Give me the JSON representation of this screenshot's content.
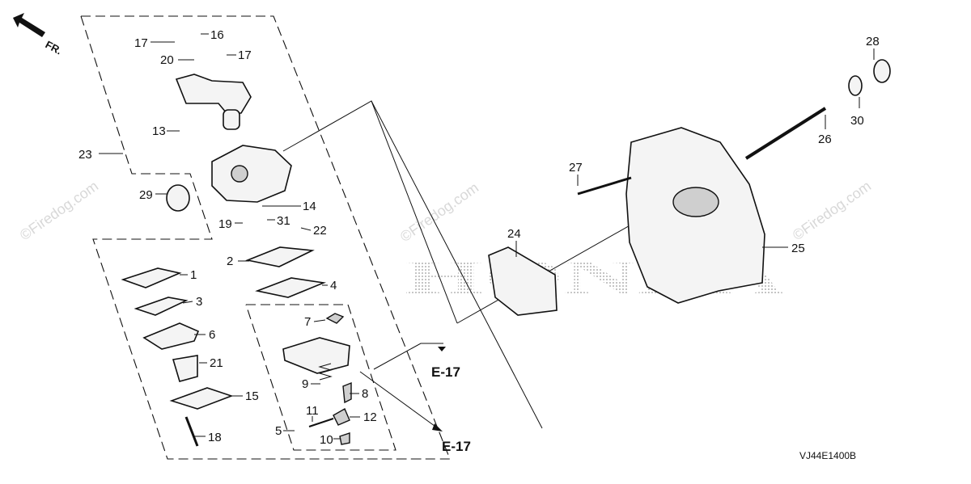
{
  "orientation_label": "FR.",
  "callouts": {
    "c1": "1",
    "c2": "2",
    "c3": "3",
    "c4": "4",
    "c5": "5",
    "c6": "6",
    "c7": "7",
    "c8": "8",
    "c9": "9",
    "c10": "10",
    "c11": "11",
    "c12": "12",
    "c13": "13",
    "c14": "14",
    "c15": "15",
    "c16": "16",
    "c17a": "17",
    "c17b": "17",
    "c18": "18",
    "c19": "19",
    "c20": "20",
    "c21": "21",
    "c22": "22",
    "c23": "23",
    "c24": "24",
    "c25": "25",
    "c26": "26",
    "c27": "27",
    "c28": "28",
    "c29": "29",
    "c30": "30",
    "c31": "31"
  },
  "references": {
    "ref_top": "E-17",
    "ref_bottom": "E-17"
  },
  "diagram_code": "VJ44E1400B",
  "watermarks": {
    "wm1": "©Firedog.com",
    "wm2": "©Firedog.com",
    "wm3": "©Firedog.com"
  },
  "background_logo": "HONDA"
}
